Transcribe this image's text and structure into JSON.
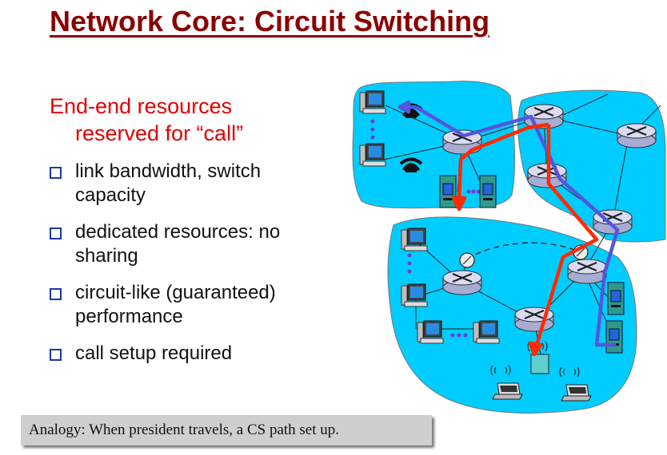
{
  "slide": {
    "title": "Network Core: Circuit Switching",
    "heading_line1": "End-end resources",
    "heading_line2": "reserved for “call”",
    "bullets": [
      {
        "line1": "link bandwidth,  switch",
        "line2": "capacity"
      },
      {
        "line1": "dedicated resources: no",
        "line2": "sharing"
      },
      {
        "line1": "circuit-like (guaranteed)",
        "line2": "performance"
      },
      {
        "line1": "call setup required",
        "line2": ""
      }
    ],
    "analogy": "Analogy: When president travels, a CS path set up."
  },
  "diagram": {
    "colors": {
      "cloud": "#00ccff",
      "router": "#cfd2ee",
      "server": "#2e9b8a",
      "path_red": "#ff2a00",
      "path_blue": "#5555dd",
      "access_point": "#5ecfcf"
    },
    "icons": [
      "workstation",
      "telephone",
      "router",
      "server",
      "satellite-dish",
      "wireless-laptop",
      "access-point"
    ]
  }
}
